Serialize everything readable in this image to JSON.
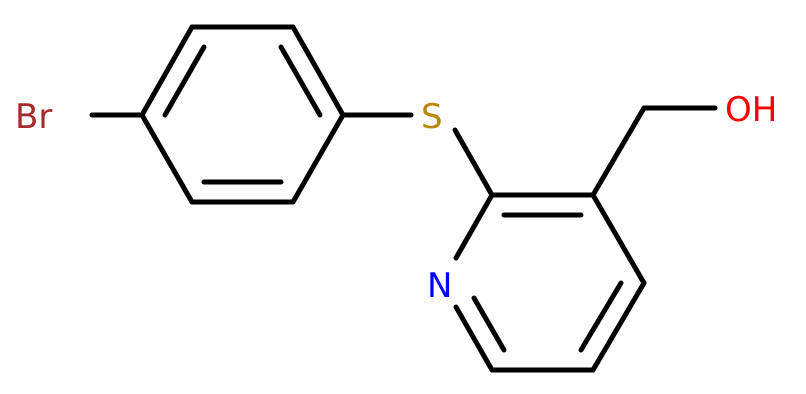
{
  "molecule": {
    "atoms": {
      "bromine": {
        "label": "Br",
        "color": "#a52a2a"
      },
      "sulfur": {
        "label": "S",
        "color": "#b8860b"
      },
      "nitrogen": {
        "label": "N",
        "color": "#0000ff"
      },
      "hydroxyl": {
        "label": "OH",
        "color": "#ff0000"
      }
    },
    "bond_color": "#000000",
    "background": "#ffffff"
  }
}
